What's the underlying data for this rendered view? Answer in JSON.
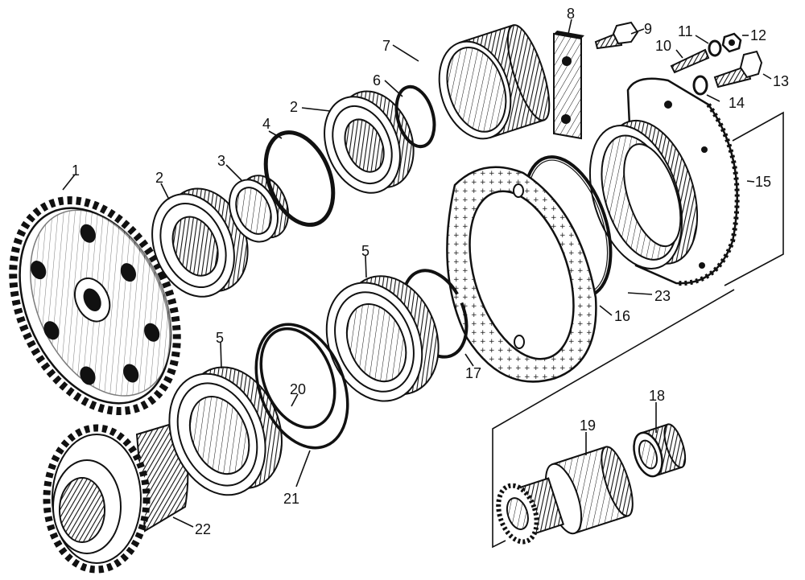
{
  "diagram": {
    "type": "exploded-view",
    "subject": "gear and bearing assembly",
    "ink_color": "#111111",
    "background_color": "#ffffff",
    "callouts": [
      {
        "id": "1",
        "label": "1",
        "part": "large gear"
      },
      {
        "id": "2a",
        "label": "2",
        "part": "ball bearing"
      },
      {
        "id": "2b",
        "label": "2",
        "part": "ball bearing"
      },
      {
        "id": "3",
        "label": "3",
        "part": "roller bearing"
      },
      {
        "id": "4",
        "label": "4",
        "part": "snap ring"
      },
      {
        "id": "5a",
        "label": "5",
        "part": "ball bearing"
      },
      {
        "id": "5b",
        "label": "5",
        "part": "ball bearing"
      },
      {
        "id": "6",
        "label": "6",
        "part": "snap ring"
      },
      {
        "id": "7",
        "label": "7",
        "part": "sleeve"
      },
      {
        "id": "8",
        "label": "8",
        "part": "plate"
      },
      {
        "id": "9",
        "label": "9",
        "part": "bolt"
      },
      {
        "id": "10",
        "label": "10",
        "part": "stud"
      },
      {
        "id": "11",
        "label": "11",
        "part": "washer"
      },
      {
        "id": "12",
        "label": "12",
        "part": "nut"
      },
      {
        "id": "13",
        "label": "13",
        "part": "bolt"
      },
      {
        "id": "14",
        "label": "14",
        "part": "washer"
      },
      {
        "id": "15",
        "label": "15",
        "part": "housing"
      },
      {
        "id": "16",
        "label": "16",
        "part": "gasket"
      },
      {
        "id": "17",
        "label": "17",
        "part": "snap ring"
      },
      {
        "id": "18",
        "label": "18",
        "part": "splined bushing"
      },
      {
        "id": "19",
        "label": "19",
        "part": "coupling sleeve"
      },
      {
        "id": "20",
        "label": "20",
        "part": "snap ring"
      },
      {
        "id": "21",
        "label": "21",
        "part": "snap ring"
      },
      {
        "id": "22",
        "label": "22",
        "part": "pinion gear"
      },
      {
        "id": "23",
        "label": "23",
        "part": "O-ring seal"
      }
    ]
  }
}
